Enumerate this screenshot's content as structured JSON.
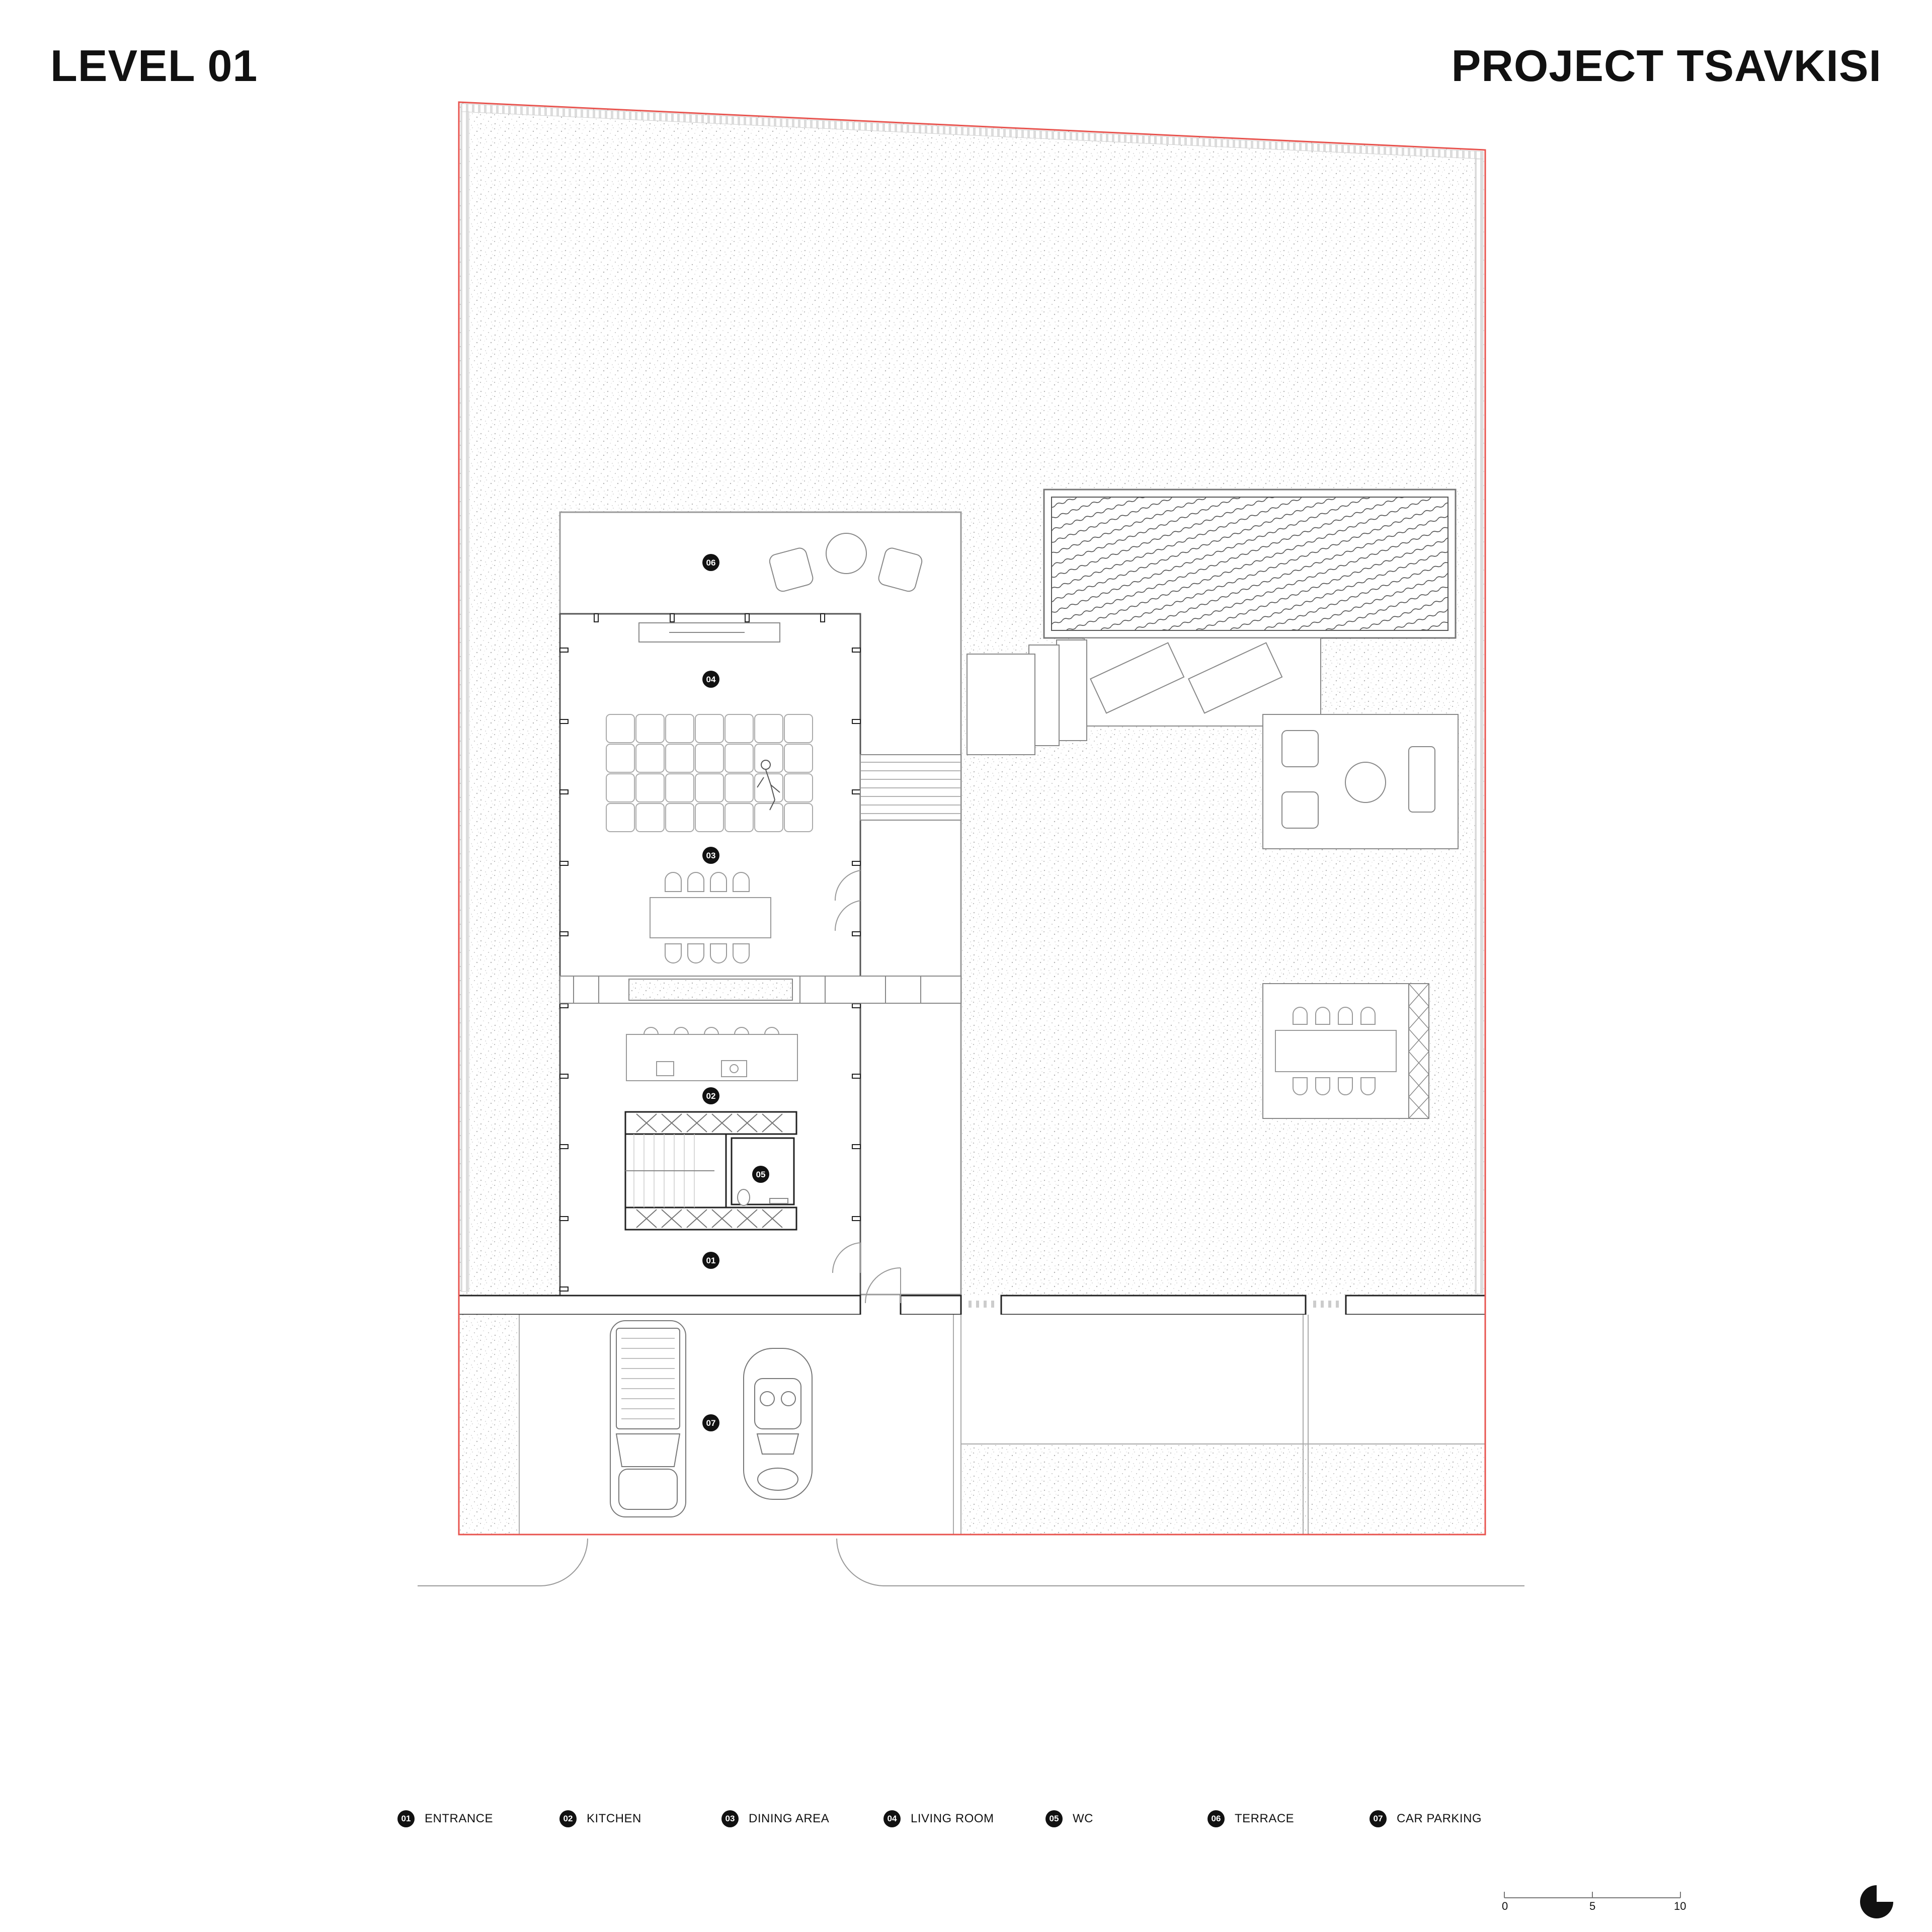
{
  "header": {
    "level": "LEVEL 01",
    "project": "PROJECT TSAVKISI"
  },
  "legend": [
    {
      "num": "01",
      "label": "ENTRANCE"
    },
    {
      "num": "02",
      "label": "KITCHEN"
    },
    {
      "num": "03",
      "label": "DINING AREA"
    },
    {
      "num": "04",
      "label": "LIVING ROOM"
    },
    {
      "num": "05",
      "label": "WC"
    },
    {
      "num": "06",
      "label": "TERRACE"
    },
    {
      "num": "07",
      "label": "CAR PARKING"
    }
  ],
  "scale_bar": {
    "ticks": [
      "0",
      "5",
      "10"
    ]
  },
  "colors": {
    "boundary": "#e8544f",
    "ink": "#111111",
    "line": "#9a9a9a"
  },
  "icons": {
    "logo": "pie-logo-icon"
  }
}
